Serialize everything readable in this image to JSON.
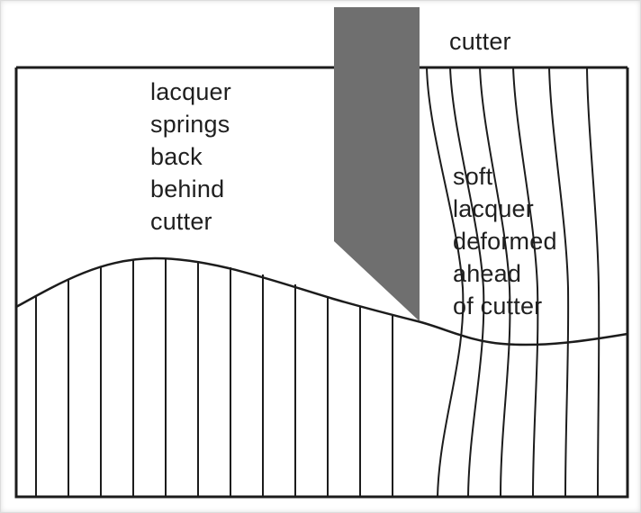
{
  "figure": {
    "labels": {
      "cutter": "cutter",
      "springback": "lacquer\nsprings\nback\nbehind\ncutter",
      "deformed": "soft\nlacquer\ndeformed\nahead\nof cutter"
    },
    "colors": {
      "line": "#1c1c1c",
      "cutter_fill": "#6f6f6f",
      "background": "#ffffff"
    }
  }
}
